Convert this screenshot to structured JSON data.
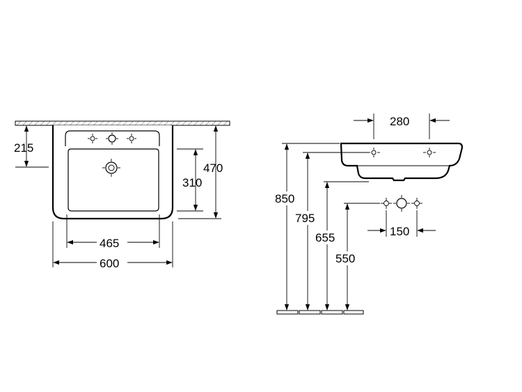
{
  "front_view": {
    "dimensions": {
      "tap_height": "215",
      "bowl_depth": "310",
      "total_depth": "470",
      "bowl_width": "465",
      "total_width": "600"
    }
  },
  "side_view": {
    "dimensions": {
      "tap_spacing": "280",
      "rim_height": "850",
      "tap_hole_height": "795",
      "basin_bottom_height": "655",
      "waste_height": "550",
      "fitting_spacing": "150"
    }
  },
  "colors": {
    "line": "#000000",
    "background": "#ffffff"
  }
}
